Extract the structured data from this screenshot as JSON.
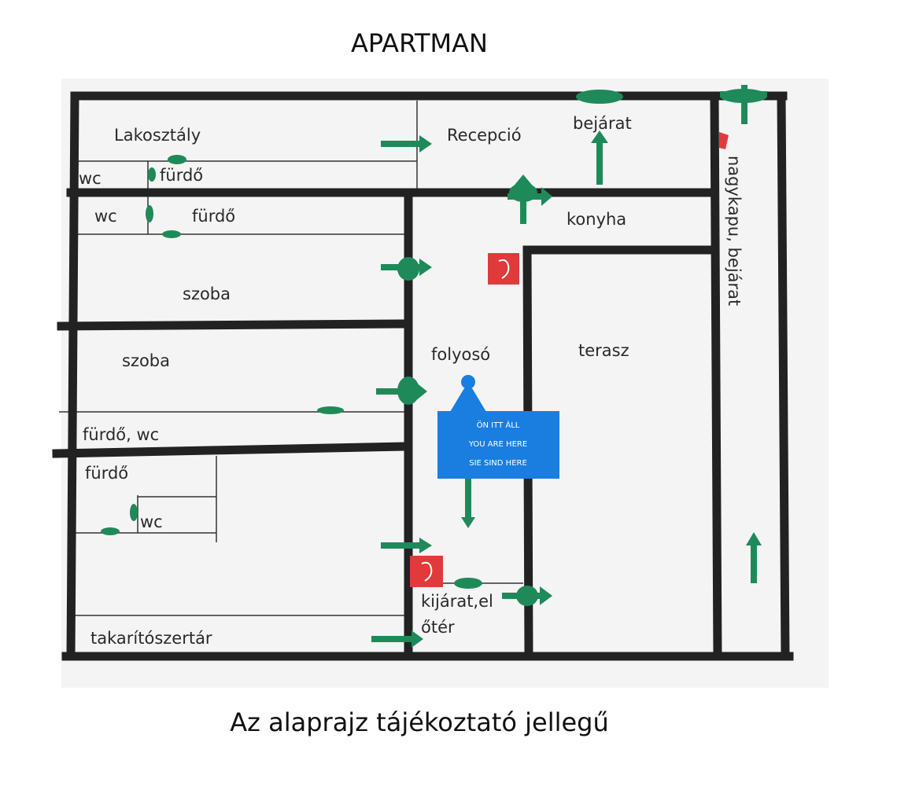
{
  "title": "APARTMAN",
  "caption": "Az alaprajz tájékoztató jellegű",
  "colors": {
    "wall": "#222222",
    "arrow": "#1e8a5a",
    "sign": "#1a7de0",
    "extinguisher": "#e03a3a",
    "plan_bg": "#f4f4f4"
  },
  "rooms": {
    "lakosztaly": "Lakosztály",
    "wc1": "wc",
    "furdo1": "fürdő",
    "wc2": "wc",
    "furdo2": "fürdő",
    "szoba1": "szoba",
    "szoba2": "szoba",
    "furdo_wc": "fürdő, wc",
    "furdo3": "fürdő",
    "wc3": "wc",
    "takaritoszertar": "takarítószertár",
    "recepcio": "Recepció",
    "bejarat": "bejárat",
    "konyha": "konyha",
    "folyoso": "folyosó",
    "terasz": "terasz",
    "kijarat_1": "kijárat,el",
    "kijarat_2": "őtér",
    "nagykapu": "nagykapu, bejárat"
  },
  "you_are_here": [
    "ÖN ITT ÁLL",
    "YOU ARE HERE",
    "SIE SIND HERE"
  ]
}
